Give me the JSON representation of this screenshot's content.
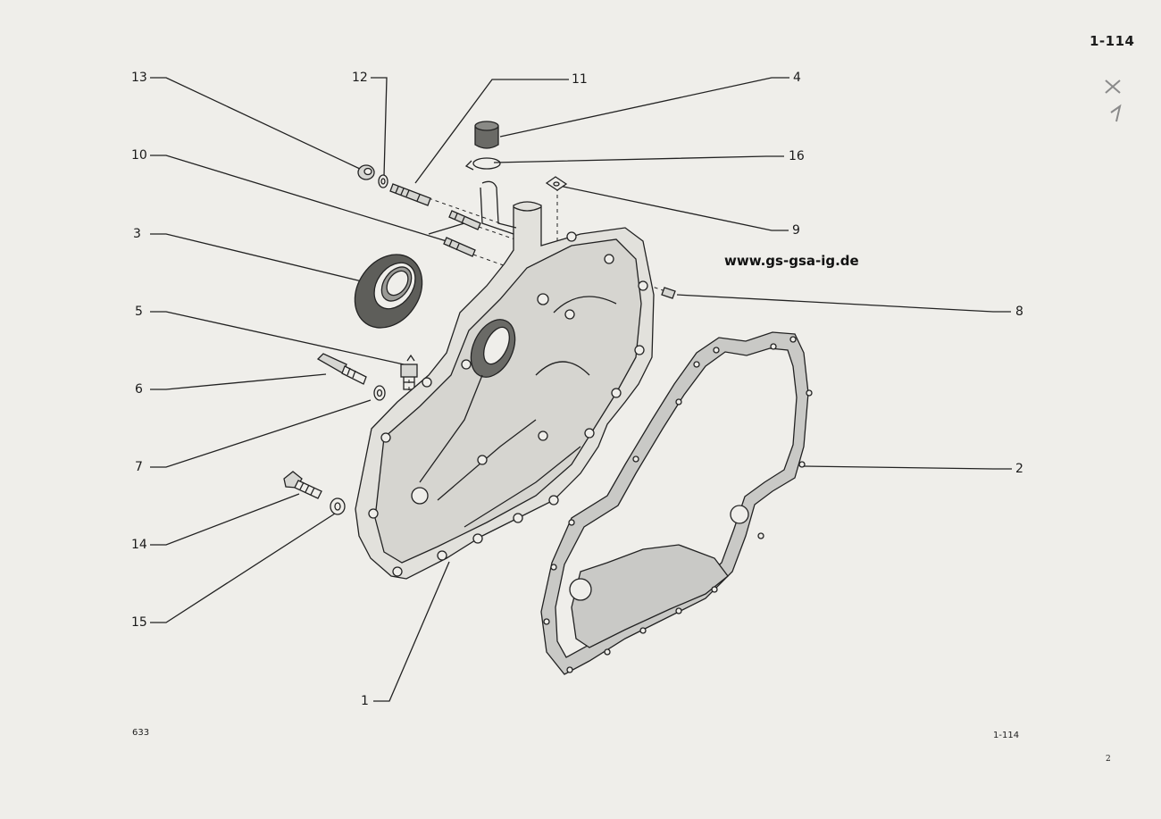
{
  "header": {
    "page_number": "1-114"
  },
  "watermark": {
    "text": "www.gs-gsa-ig.de"
  },
  "footer": {
    "left_code": "633",
    "right_code": "1-114",
    "sheet_number": "2"
  },
  "callouts": [
    {
      "id": "13",
      "label": "13"
    },
    {
      "id": "12",
      "label": "12"
    },
    {
      "id": "11",
      "label": "11"
    },
    {
      "id": "4",
      "label": "4"
    },
    {
      "id": "16",
      "label": "16"
    },
    {
      "id": "10",
      "label": "10"
    },
    {
      "id": "9",
      "label": "9"
    },
    {
      "id": "3",
      "label": "3"
    },
    {
      "id": "8",
      "label": "8"
    },
    {
      "id": "5",
      "label": "5"
    },
    {
      "id": "6",
      "label": "6"
    },
    {
      "id": "7",
      "label": "7"
    },
    {
      "id": "2",
      "label": "2"
    },
    {
      "id": "14",
      "label": "14"
    },
    {
      "id": "15",
      "label": "15"
    },
    {
      "id": "1",
      "label": "1"
    }
  ],
  "colors": {
    "paper": "#efeeea",
    "ink": "#1d1d1d",
    "part_fill": "#d6d6d2",
    "gasket_fill": "#c9c9c6"
  }
}
